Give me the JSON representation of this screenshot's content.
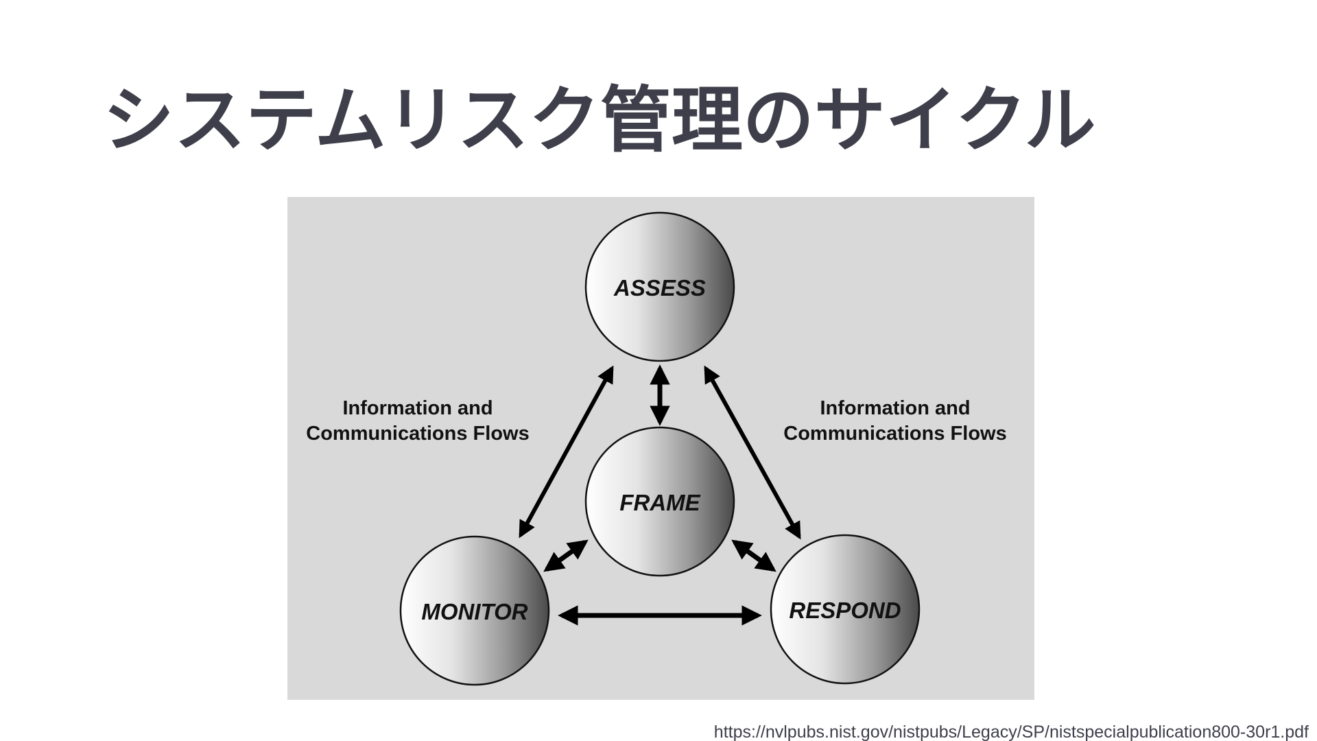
{
  "slide": {
    "title": "システムリスク管理のサイクル",
    "source_url": "https://nvlpubs.nist.gov/nistpubs/Legacy/SP/nistspecialpublication800-30r1.pdf"
  },
  "diagram": {
    "nodes": {
      "assess": "ASSESS",
      "frame": "FRAME",
      "monitor": "MONITOR",
      "respond": "RESPOND"
    },
    "flow_labels": {
      "left": [
        "Information and",
        "Communications Flows"
      ],
      "right": [
        "Information and",
        "Communications Flows"
      ]
    },
    "connections": [
      {
        "from": "ASSESS",
        "to": "MONITOR",
        "direction": "bidirectional"
      },
      {
        "from": "ASSESS",
        "to": "RESPOND",
        "direction": "bidirectional"
      },
      {
        "from": "ASSESS",
        "to": "FRAME",
        "direction": "bidirectional"
      },
      {
        "from": "FRAME",
        "to": "MONITOR",
        "direction": "bidirectional"
      },
      {
        "from": "FRAME",
        "to": "RESPOND",
        "direction": "bidirectional"
      },
      {
        "from": "MONITOR",
        "to": "RESPOND",
        "direction": "bidirectional"
      }
    ],
    "colors": {
      "panel_background": "#d9d9d9",
      "circle_light": "#ffffff",
      "circle_dark": "#4a4a4a",
      "arrow": "#000000"
    }
  }
}
